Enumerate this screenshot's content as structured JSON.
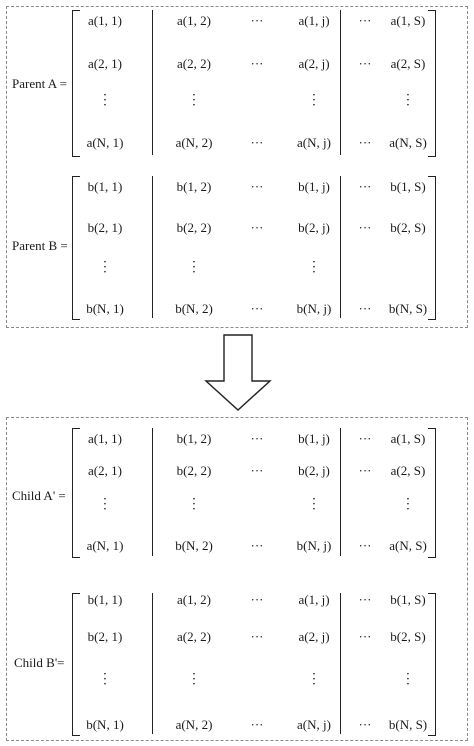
{
  "parent_a_label": "Parent A =",
  "parent_b_label": "Parent B =",
  "child_a_label": "Child A' =",
  "child_b_label": "Child B'=",
  "matrices": [
    {
      "id": "parent-a",
      "rows": [
        [
          "a(1, 1)",
          "a(1, 2)",
          "···",
          "a(1, j)",
          "···",
          "a(1, S)"
        ],
        [
          "a(2, 1)",
          "a(2, 2)",
          "···",
          "a(2, j)",
          "···",
          "a(2, S)"
        ],
        [
          "⋮",
          "⋮",
          "",
          "⋮",
          "",
          "⋮"
        ],
        [
          "a(N, 1)",
          "a(N, 2)",
          "···",
          "a(N, j)",
          "···",
          "a(N, S)"
        ]
      ]
    },
    {
      "id": "parent-b",
      "rows": [
        [
          "b(1, 1)",
          "b(1, 2)",
          "···",
          "b(1, j)",
          "···",
          "b(1, S)"
        ],
        [
          "b(2, 1)",
          "b(2, 2)",
          "···",
          "b(2, j)",
          "···",
          "b(2, S)"
        ],
        [
          "⋮",
          "⋮",
          "",
          "⋮",
          "",
          ""
        ],
        [
          "b(N, 1)",
          "b(N, 2)",
          "···",
          "b(N, j)",
          "···",
          "b(N, S)"
        ]
      ]
    },
    {
      "id": "child-a",
      "rows": [
        [
          "a(1, 1)",
          "b(1, 2)",
          "···",
          "b(1, j)",
          "···",
          "a(1, S)"
        ],
        [
          "a(2, 1)",
          "b(2, 2)",
          "···",
          "b(2, j)",
          "···",
          "a(2, S)"
        ],
        [
          "⋮",
          "⋮",
          "",
          "⋮",
          "",
          "⋮"
        ],
        [
          "a(N, 1)",
          "b(N, 2)",
          "···",
          "b(N, j)",
          "···",
          "a(N, S)"
        ]
      ]
    },
    {
      "id": "child-b",
      "rows": [
        [
          "b(1, 1)",
          "a(1, 2)",
          "···",
          "a(1, j)",
          "···",
          "b(1, S)"
        ],
        [
          "b(2, 1)",
          "a(2, 2)",
          "···",
          "a(2, j)",
          "···",
          "b(2, S)"
        ],
        [
          "⋮",
          "⋮",
          "",
          "⋮",
          "",
          "⋮"
        ],
        [
          "b(N, 1)",
          "a(N, 2)",
          "···",
          "a(N, j)",
          "···",
          "b(N, S)"
        ]
      ]
    }
  ]
}
